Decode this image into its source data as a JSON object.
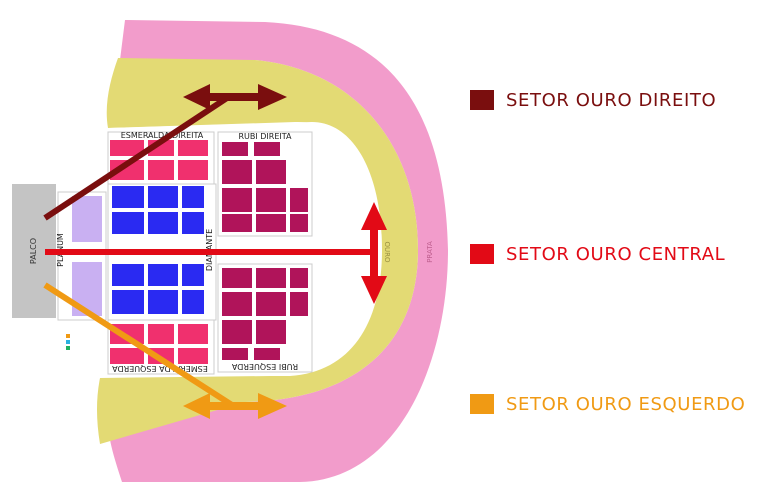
{
  "map": {
    "stage_label": "PALCO",
    "zones": {
      "prata": "PRATA",
      "ouro": "OURO",
      "planum": "PLANUM",
      "diamante": "DIAMANTE",
      "esmeralda_direita": "ESMERALDA DIREITA",
      "esmeralda_esquerda": "ESMERALDA ESQUERDA",
      "rubi_direita": "RUBI DIREITA",
      "rubi_esquerda": "RUBI ESQUERDA"
    }
  },
  "legend": [
    {
      "label": "SETOR OURO DIREITO",
      "color": "#7a0e0e"
    },
    {
      "label": "SETOR OURO CENTRAL",
      "color": "#e20a16"
    },
    {
      "label": "SETOR OURO ESQUERDO",
      "color": "#f09a14"
    }
  ],
  "colors": {
    "prata": "#f29ccb",
    "ouro": "#e3da74",
    "planum": "#c9b0f2",
    "diamante": "#2a2af2",
    "esmeralda": "#f0306e",
    "rubi": "#b0145a",
    "stage": "#c4c4c4"
  }
}
